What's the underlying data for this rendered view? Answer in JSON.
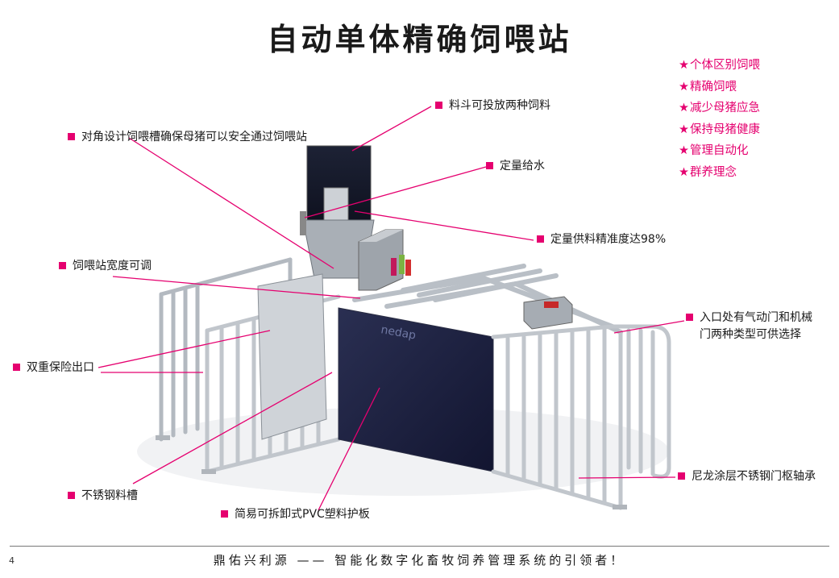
{
  "title": "自动单体精确饲喂站",
  "features": [
    "个体区别饲喂",
    "精确饲喂",
    "减少母猪应急",
    "保持母猪健康",
    "管理自动化",
    "群养理念"
  ],
  "feature_bullet": "★",
  "labels": {
    "hopper": "料斗可投放两种饲料",
    "diagonal": "对角设计饲喂槽确保母猪可以安全通过饲喂站",
    "water": "定量给水",
    "accuracy": "定量供料精准度达98%",
    "width": "饲喂站宽度可调",
    "entrance_line1": "入口处有气动门和机械",
    "entrance_line2": "门两种类型可供选择",
    "exit": "双重保险出口",
    "bearing": "尼龙涂层不锈钢门枢轴承",
    "trough": "不锈钢料槽",
    "panel": "简易可拆卸式PVC塑料护板"
  },
  "panel_brand": "nedap",
  "footer": {
    "page_number": "4",
    "slogan": "鼎佑兴利源 —— 智能化数字化畜牧饲养管理系统的引领者！"
  },
  "colors": {
    "accent": "#e5006f",
    "frame": "#b9bfc6",
    "panel": "#1b1f3a"
  }
}
